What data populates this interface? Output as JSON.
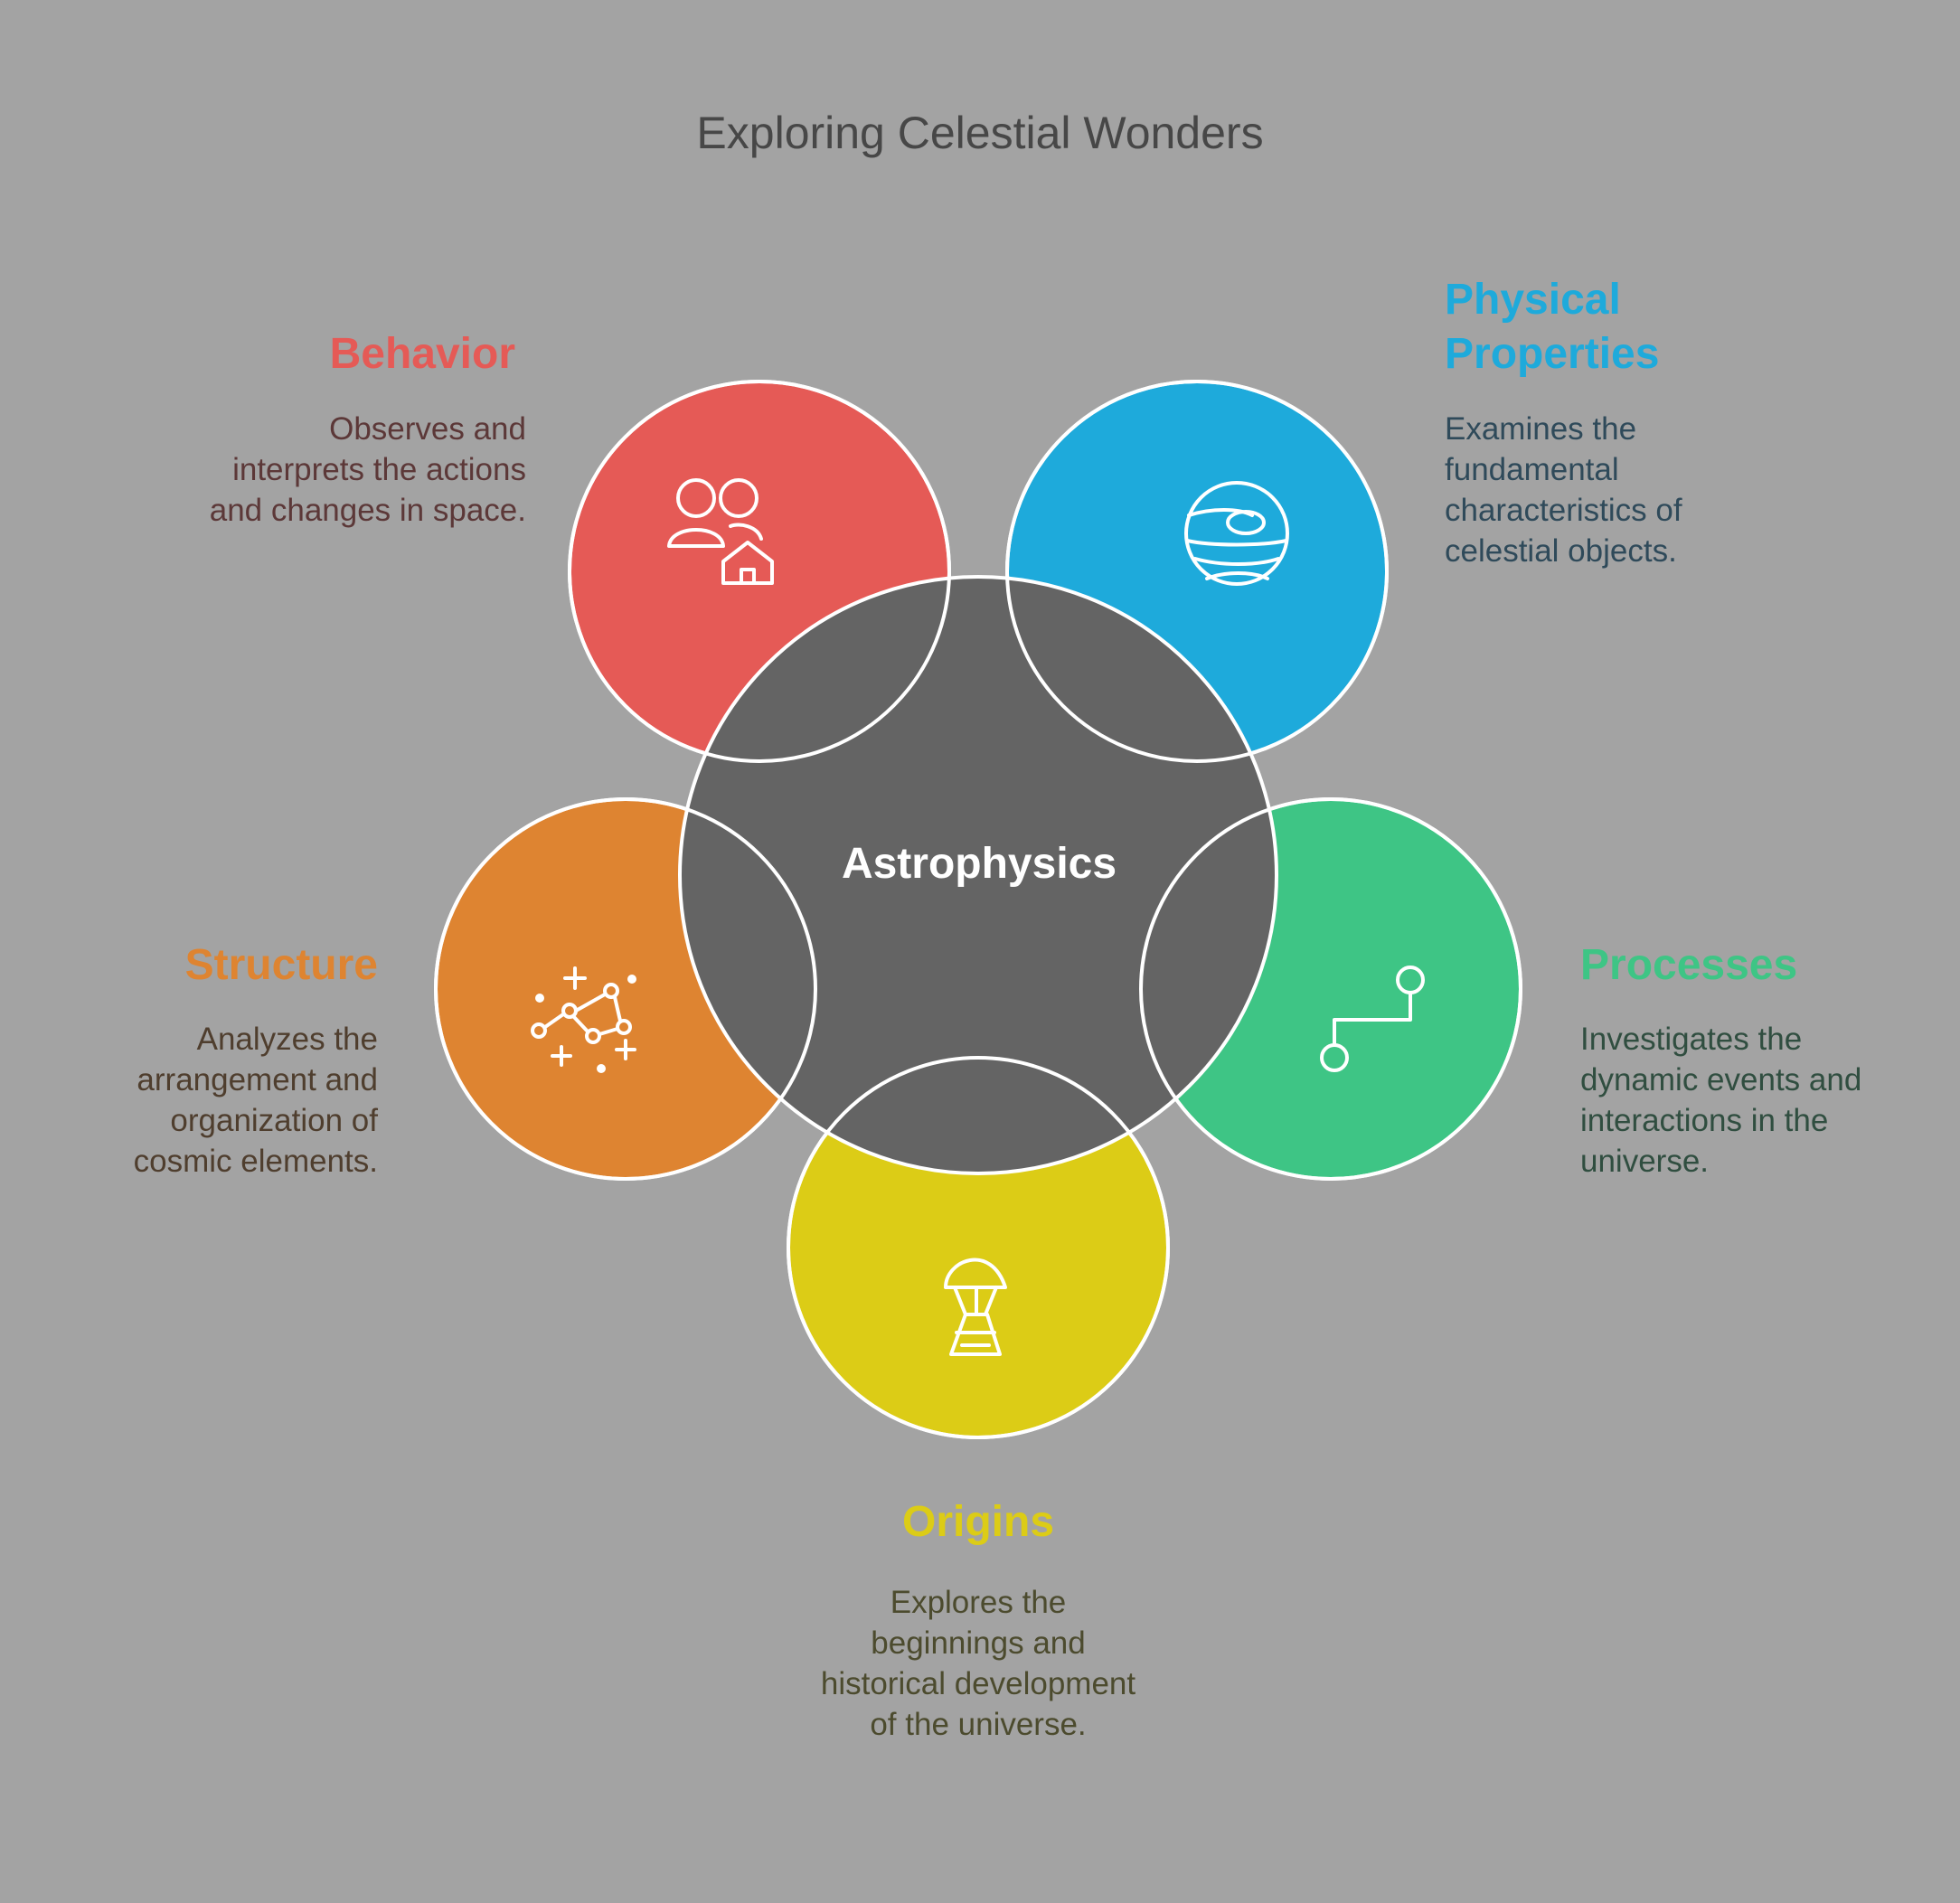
{
  "title": "Exploring Celestial Wonders",
  "center": {
    "label": "Astrophysics",
    "color": "#646464"
  },
  "topics": {
    "behavior": {
      "heading": "Behavior",
      "description": "Observes and interprets the actions and changes in space.",
      "color": "#e55a56",
      "icon": "people-home-icon"
    },
    "physical": {
      "heading": "Physical Properties",
      "description": "Examines the fundamental characteristics of celestial objects.",
      "color": "#1eaadb",
      "icon": "planet-icon"
    },
    "structure": {
      "heading": "Structure",
      "description": "Analyzes the arrangement and organization of cosmic elements.",
      "color": "#de8431",
      "icon": "constellation-icon"
    },
    "processes": {
      "heading": "Processes",
      "description": "Investigates the dynamic events and interactions in the universe.",
      "color": "#3ec585",
      "icon": "route-icon"
    },
    "origins": {
      "heading": "Origins",
      "description": "Explores the beginnings and historical development of the universe.",
      "color": "#dccc16",
      "icon": "space-capsule-icon"
    }
  }
}
